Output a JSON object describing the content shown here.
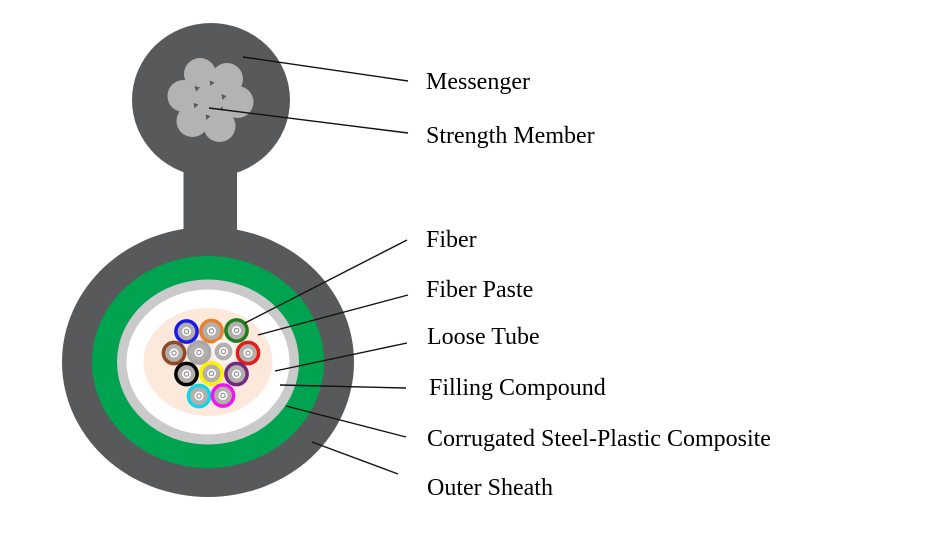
{
  "labels": {
    "messenger": "Messenger",
    "strength_member": "Strength Member",
    "fiber": "Fiber",
    "fiber_paste": "Fiber Paste",
    "loose_tube": "Loose Tube",
    "filling_compound": "Filling Compound",
    "corrugated": "Corrugated Steel-Plastic Composite",
    "outer_sheath": "Outer Sheath"
  },
  "colors": {
    "sheath_dark_gray": "#58595b",
    "strand_gray": "#b3b3b3",
    "green_layer": "#00a350",
    "silver_layer": "#cacaca",
    "white_layer": "#ffffff",
    "filling_peach": "#fce9dc",
    "tube_inner_gray": "#b2afac",
    "fiber_white": "#ffffff",
    "fiber_dot_gray": "#9a9a9a",
    "leader_line": "#111111",
    "label_text": "#000000",
    "background": "#ffffff"
  },
  "fiber_color_code": [
    {
      "name": "blue",
      "hex": "#1a1ae6"
    },
    {
      "name": "orange",
      "hex": "#e8802e"
    },
    {
      "name": "green",
      "hex": "#1e7e1e"
    },
    {
      "name": "brown",
      "hex": "#8f4a25"
    },
    {
      "name": "slate",
      "hex": "#a8a8a8"
    },
    {
      "name": "white",
      "hex": "#f4f4f2"
    },
    {
      "name": "red",
      "hex": "#e31b1b"
    },
    {
      "name": "black",
      "hex": "#000000"
    },
    {
      "name": "yellow",
      "hex": "#fef200"
    },
    {
      "name": "violet",
      "hex": "#702a80"
    },
    {
      "name": "aqua",
      "hex": "#18d3e8"
    },
    {
      "name": "rose",
      "hex": "#ee17ee"
    }
  ]
}
